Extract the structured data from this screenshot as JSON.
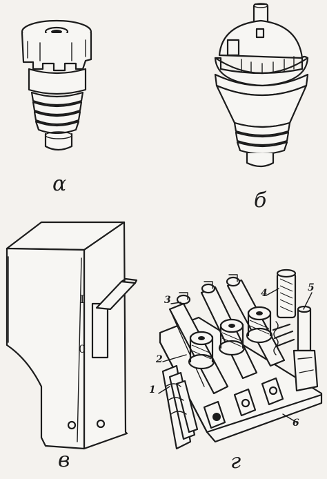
{
  "panels": {
    "a": {
      "letter": "α"
    },
    "b": {
      "letter": "б"
    },
    "v": {
      "letter": "в",
      "switch_on": "I",
      "switch_off": "0"
    },
    "g": {
      "letter": "г"
    }
  },
  "callouts": [
    "1",
    "2",
    "3",
    "4",
    "5",
    "6"
  ]
}
